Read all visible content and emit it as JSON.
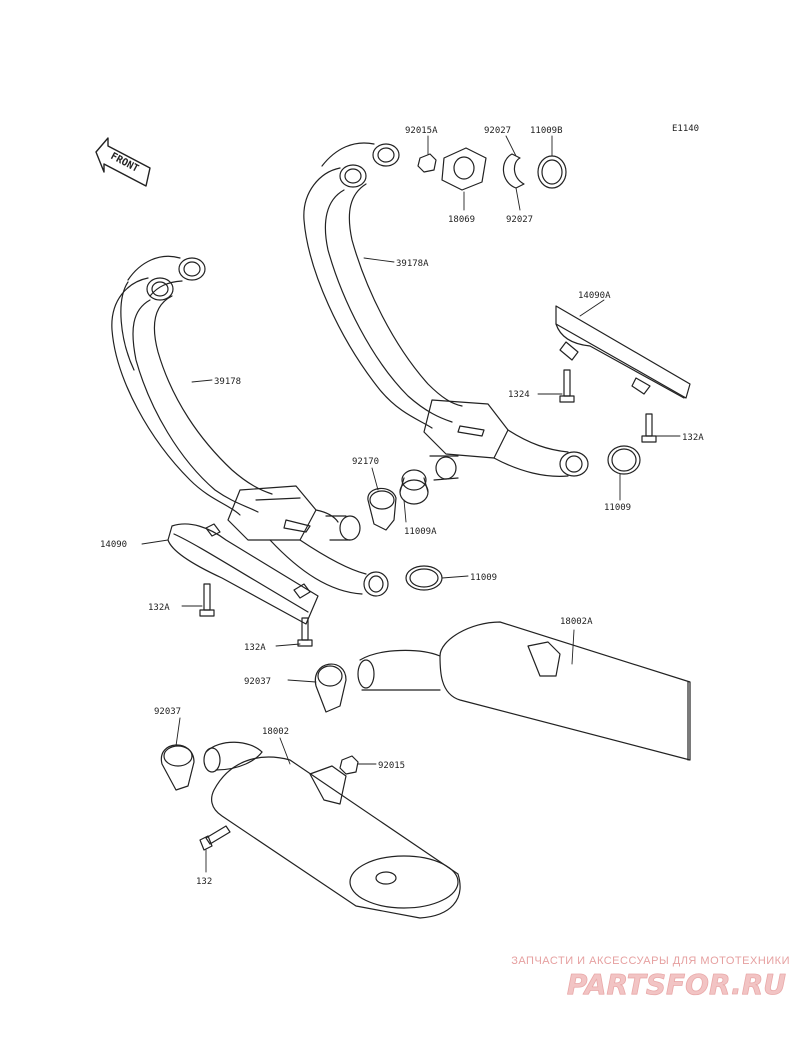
{
  "diagram_code": "E1140",
  "front_label": "FRONT",
  "watermark": {
    "line1": "ЗАПЧАСТИ И АКСЕССУАРЫ ДЛЯ МОТОТЕХНИКИ",
    "line2": "PARTSFOR.RU"
  },
  "parts": [
    {
      "id": "p-92015A",
      "label": "92015A"
    },
    {
      "id": "p-92027-top",
      "label": "92027"
    },
    {
      "id": "p-11009B",
      "label": "11009B"
    },
    {
      "id": "p-18069",
      "label": "18069"
    },
    {
      "id": "p-92027-bot",
      "label": "92027"
    },
    {
      "id": "p-39178A",
      "label": "39178A"
    },
    {
      "id": "p-14090A",
      "label": "14090A"
    },
    {
      "id": "p-39178",
      "label": "39178"
    },
    {
      "id": "p-1324",
      "label": "1324"
    },
    {
      "id": "p-132A-right",
      "label": "132A"
    },
    {
      "id": "p-92170",
      "label": "92170"
    },
    {
      "id": "p-11009-right",
      "label": "11009"
    },
    {
      "id": "p-14090",
      "label": "14090"
    },
    {
      "id": "p-11009A",
      "label": "11009A"
    },
    {
      "id": "p-11009-mid",
      "label": "11009"
    },
    {
      "id": "p-132A-left",
      "label": "132A"
    },
    {
      "id": "p-18002A",
      "label": "18002A"
    },
    {
      "id": "p-132A-mid",
      "label": "132A"
    },
    {
      "id": "p-92037-mid",
      "label": "92037"
    },
    {
      "id": "p-92037-left",
      "label": "92037"
    },
    {
      "id": "p-18002",
      "label": "18002"
    },
    {
      "id": "p-92015",
      "label": "92015"
    },
    {
      "id": "p-132",
      "label": "132"
    }
  ]
}
